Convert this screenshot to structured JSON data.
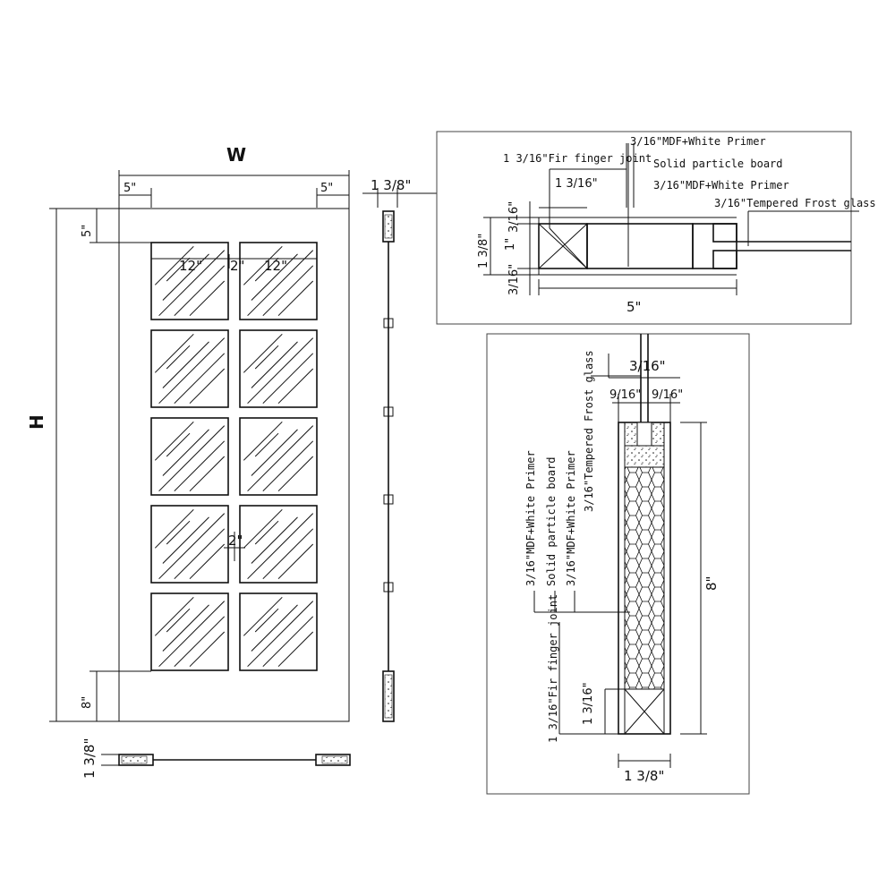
{
  "door": {
    "width_label": "W",
    "height_label": "H",
    "stile_left": "5\"",
    "stile_right": "5\"",
    "top_rail": "5\"",
    "bottom_rail": "8\"",
    "pane_width_left": "12\"",
    "pane_width_right": "12\"",
    "muntin_horizontal": "2\"",
    "muntin_vertical": "2\"",
    "thickness_side": "1 3/8\"",
    "thickness_bottom": "1 3/8\""
  },
  "stile_section": {
    "fir_label": "1 3/16\"Fir finger joint",
    "fir_dim": "1 3/16\"",
    "mdf_top": "3/16\"MDF+White Primer",
    "particle": "Solid particle board",
    "mdf_bottom": "3/16\"MDF+White Primer",
    "glass": "3/16\"Tempered Frost glass",
    "dim_316_top": "3/16\"",
    "dim_1": "1\"",
    "dim_316_bottom": "3/16\"",
    "dim_total": "1 3/8\"",
    "width": "5\""
  },
  "rail_section": {
    "glass_dim": "3/16\"",
    "gap_left": "9/16\"",
    "gap_right": "9/16\"",
    "height": "8\"",
    "mdf_a": "3/16\"MDF+White Primer",
    "particle": "Solid particle board",
    "mdf_b": "3/16\"MDF+White Primer",
    "glass": "3/16\"Tempered Frost glass",
    "fir_label": "1 3/16\"Fir finger joint",
    "fir_dim": "1 3/16\"",
    "thickness": "1 3/8\""
  }
}
